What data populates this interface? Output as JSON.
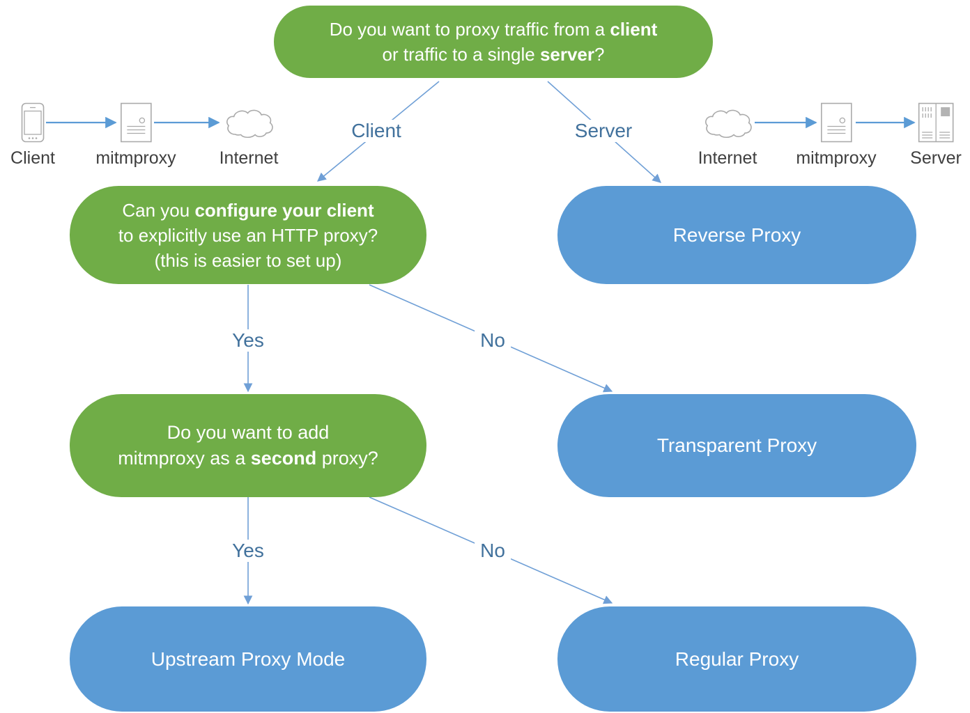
{
  "colors": {
    "green": "#70ad47",
    "blue": "#5b9bd5",
    "line": "#6f9fd6",
    "flow": "#5b9bd5",
    "label_blue": "#41719c",
    "icon_stroke": "#aaaaaa",
    "icon_gray": "#b3b3b3",
    "icon_label": "#3f3f3f"
  },
  "root": {
    "line1_pre": "Do you want to proxy traffic from a ",
    "line1_bold": "client",
    "line2_pre": "or traffic to a single ",
    "line2_bold": "server",
    "line2_post": "?"
  },
  "branch_labels": {
    "client": "Client",
    "server": "Server"
  },
  "left_chain": {
    "items": [
      {
        "icon": "smartphone-icon",
        "label": "Client"
      },
      {
        "icon": "server-tower-icon",
        "label": "mitmproxy"
      },
      {
        "icon": "cloud-icon",
        "label": "Internet"
      }
    ]
  },
  "right_chain": {
    "items": [
      {
        "icon": "cloud-icon",
        "label": "Internet"
      },
      {
        "icon": "server-tower-icon",
        "label": "mitmproxy"
      },
      {
        "icon": "server-rack-icon",
        "label": "Server"
      }
    ]
  },
  "q1": {
    "line1_pre": "Can you ",
    "line1_bold": "configure your client",
    "line2": "to explicitly use an HTTP proxy?",
    "line3": "(this is easier to set up)"
  },
  "q2": {
    "line1": "Do you want to add",
    "line2_pre": "mitmproxy as a ",
    "line2_bold": "second",
    "line2_post": " proxy?"
  },
  "edges": {
    "yes1": "Yes",
    "no1": "No",
    "yes2": "Yes",
    "no2": "No"
  },
  "results": {
    "reverse": "Reverse Proxy",
    "transparent": "Transparent Proxy",
    "upstream": "Upstream Proxy Mode",
    "regular": "Regular Proxy"
  }
}
